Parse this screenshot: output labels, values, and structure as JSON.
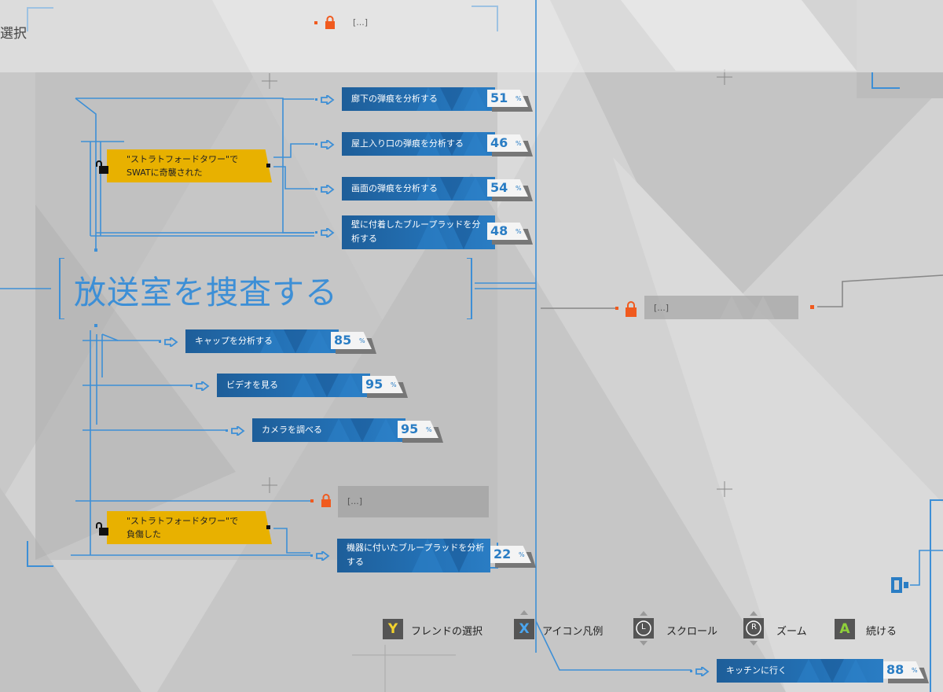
{
  "header": {
    "title": "選択",
    "locked_text": "[...]"
  },
  "main_node": {
    "title": "放送室を捜査する"
  },
  "top_branch": {
    "trigger": {
      "line1": "\"ストラトフォードタワー\"で",
      "line2": "SWATに奇襲された"
    },
    "choices": [
      {
        "label": "廊下の弾痕を分析する",
        "percent": "51"
      },
      {
        "label": "屋上入り口の弾痕を分析する",
        "percent": "46"
      },
      {
        "label": "画面の弾痕を分析する",
        "percent": "54"
      },
      {
        "label": "壁に付着したブループラッドを分析する",
        "percent": "48"
      }
    ]
  },
  "mid_choices": [
    {
      "label": "キャップを分析する",
      "percent": "85"
    },
    {
      "label": "ビデオを見る",
      "percent": "95"
    },
    {
      "label": "カメラを調べる",
      "percent": "95"
    }
  ],
  "bottom_branch": {
    "locked_text": "[...]",
    "trigger": {
      "line1": "\"ストラトフォードタワー\"で",
      "line2": "負傷した"
    },
    "choice": {
      "label": "機器に付いたブループラッドを分析する",
      "percent": "22"
    }
  },
  "right_locked_text": "[...]",
  "exit_choice": {
    "label": "キッチンに行く",
    "percent": "88"
  },
  "percent_unit": "%",
  "footer": [
    {
      "button": "Y",
      "label": "フレンドの選択",
      "color": "#f2d22e"
    },
    {
      "button": "X",
      "label": "アイコン凡例",
      "color": "#4aa6f0"
    },
    {
      "button": "L",
      "label": "スクロール",
      "color": "#ffffff"
    },
    {
      "button": "R",
      "label": "ズーム",
      "color": "#ffffff"
    },
    {
      "button": "A",
      "label": "続ける",
      "color": "#8fd13a"
    }
  ],
  "colors": {
    "accent_blue": "#2a7dc4",
    "lock_orange": "#f05a1e",
    "trigger_yellow": "#e8b100"
  }
}
